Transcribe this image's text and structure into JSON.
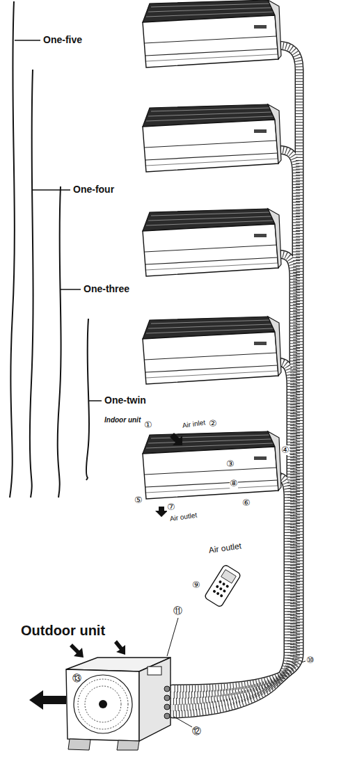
{
  "diagram": {
    "labels": [
      "One-five",
      "One-four",
      "One-three",
      "One-twin",
      "Indoor unit",
      "①",
      "Air inlet",
      "②",
      "③",
      "④",
      "⑤",
      "⑦",
      "Air outlet",
      "⑧",
      "⑥",
      "Air outlet",
      "⑨",
      "Outdoor unit",
      "⑪",
      "⑩",
      "⑬",
      "⑫"
    ]
  }
}
